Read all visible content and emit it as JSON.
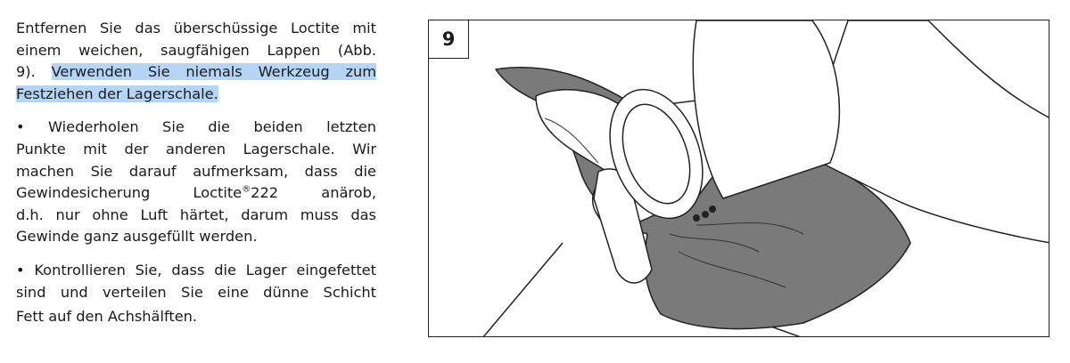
{
  "text": {
    "p1": {
      "lines": [
        "Entfernen Sie das überschüssige Loctite mit",
        "einem weichen, saugfähigen Lappen (Abb.",
        "9).",
        "Festziehen der Lagerschale."
      ],
      "highlight_line3": "Verwenden Sie niemals Werkzeug zum"
    },
    "p2": {
      "lines": [
        "• Wiederholen Sie die beiden letzten",
        "Punkte mit der anderen Lagerschale. Wir",
        "machen Sie darauf aufmerksam, dass die",
        "Gewindesicherung Loctite",
        "®",
        "222 anärob,",
        "d.h. nur ohne Luft härtet, darum muss das",
        "Gewinde ganz ausgefüllt werden."
      ]
    },
    "p3": {
      "lines": [
        "• Kontrollieren Sie, dass die Lager eingefettet",
        "sind und verteilen Sie eine dünne Schicht",
        "Fett auf den Achshälften."
      ]
    }
  },
  "figure": {
    "number": "9"
  }
}
